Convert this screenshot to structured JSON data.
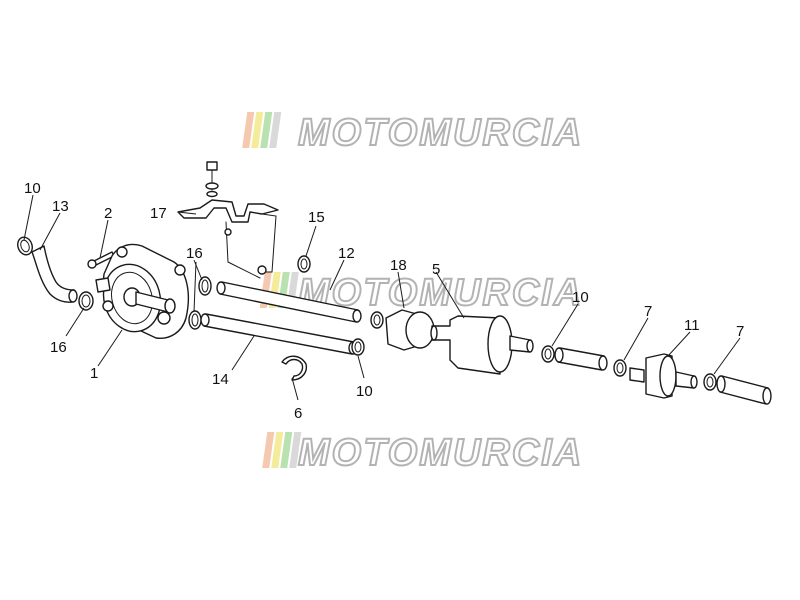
{
  "diagram": {
    "callouts": {
      "c1": "1",
      "c2": "2",
      "c5": "5",
      "c6": "6",
      "c7a": "7",
      "c7b": "7",
      "c10a": "10",
      "c10b": "10",
      "c10c": "10",
      "c11": "11",
      "c12": "12",
      "c13": "13",
      "c14": "14",
      "c15": "15",
      "c16a": "16",
      "c16b": "16",
      "c17": "17",
      "c18": "18"
    },
    "watermark": "MOTOMURCIA",
    "watermark_colors": [
      "#f5c9b0",
      "#f4ec9a",
      "#b9e2b0",
      "#d9d9d9"
    ],
    "line_color": "#1a1a1a"
  }
}
